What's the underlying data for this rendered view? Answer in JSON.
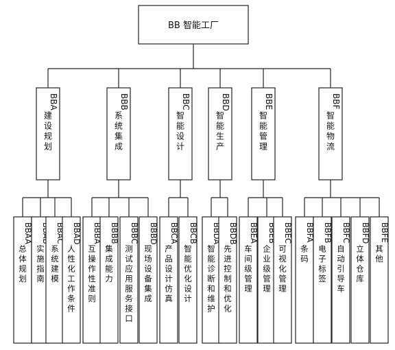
{
  "root": {
    "label": "BB 智能工厂"
  },
  "branches": [
    {
      "label": "BBA 建设规划",
      "children": [
        "BBAA 总体规划",
        "BBAB 实施指南",
        "BBAC 系统建模",
        "BBAD 人性化工作条件"
      ]
    },
    {
      "label": "BBB 系统集成",
      "children": [
        "BBBA 互操作性准则",
        "BBBB 集成能力",
        "BBBC 测试应用服务接口",
        "BBBD 现场设备集成"
      ]
    },
    {
      "label": "BBC 智能设计",
      "children": [
        "BBCA 产品设计仿真",
        "BBCB 智能优化设计"
      ]
    },
    {
      "label": "BBD 智能生产",
      "children": [
        "BBDA 智能诊断和维护",
        "BBDB 先进控制和优化"
      ]
    },
    {
      "label": "BBE 智能管理",
      "children": [
        "BBEA 车间级管理",
        "BBEB 企业级管理",
        "BBEC 可视化管理"
      ]
    },
    {
      "label": "BBF 智能物流",
      "children": [
        "BBFA 条码",
        "BBFB 电子标签",
        "BBFC 自动引导车",
        "BBFD 立体仓库",
        "BBFE 其他"
      ]
    }
  ]
}
